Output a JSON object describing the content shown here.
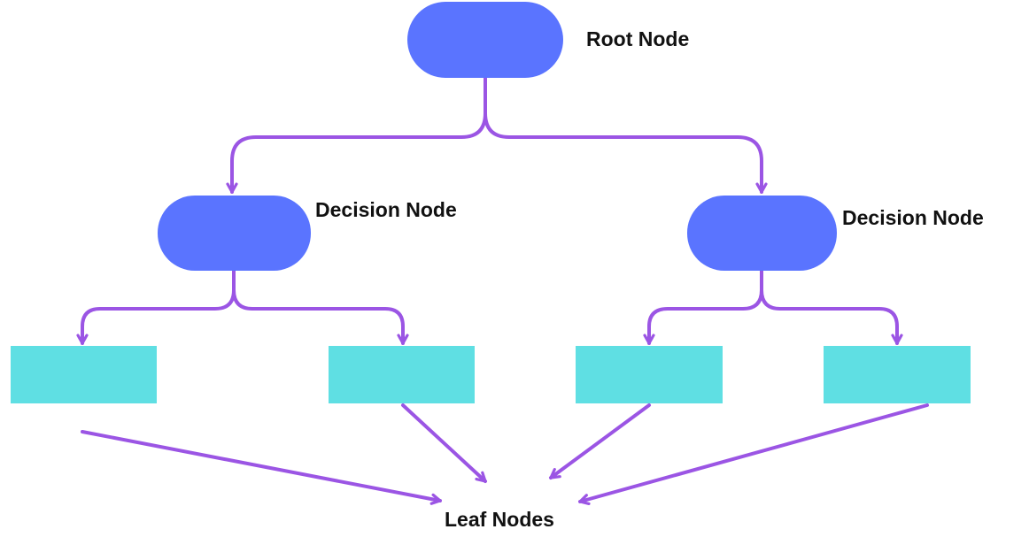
{
  "labels": {
    "root": "Root Node",
    "decision_left": "Decision Node",
    "decision_right": "Decision Node",
    "leaf": "Leaf Nodes"
  },
  "colors": {
    "decision_fill": "#5a74ff",
    "leaf_fill": "#5fdfe3",
    "connector": "#9b55e4",
    "text": "#111111",
    "background": "#ffffff"
  }
}
